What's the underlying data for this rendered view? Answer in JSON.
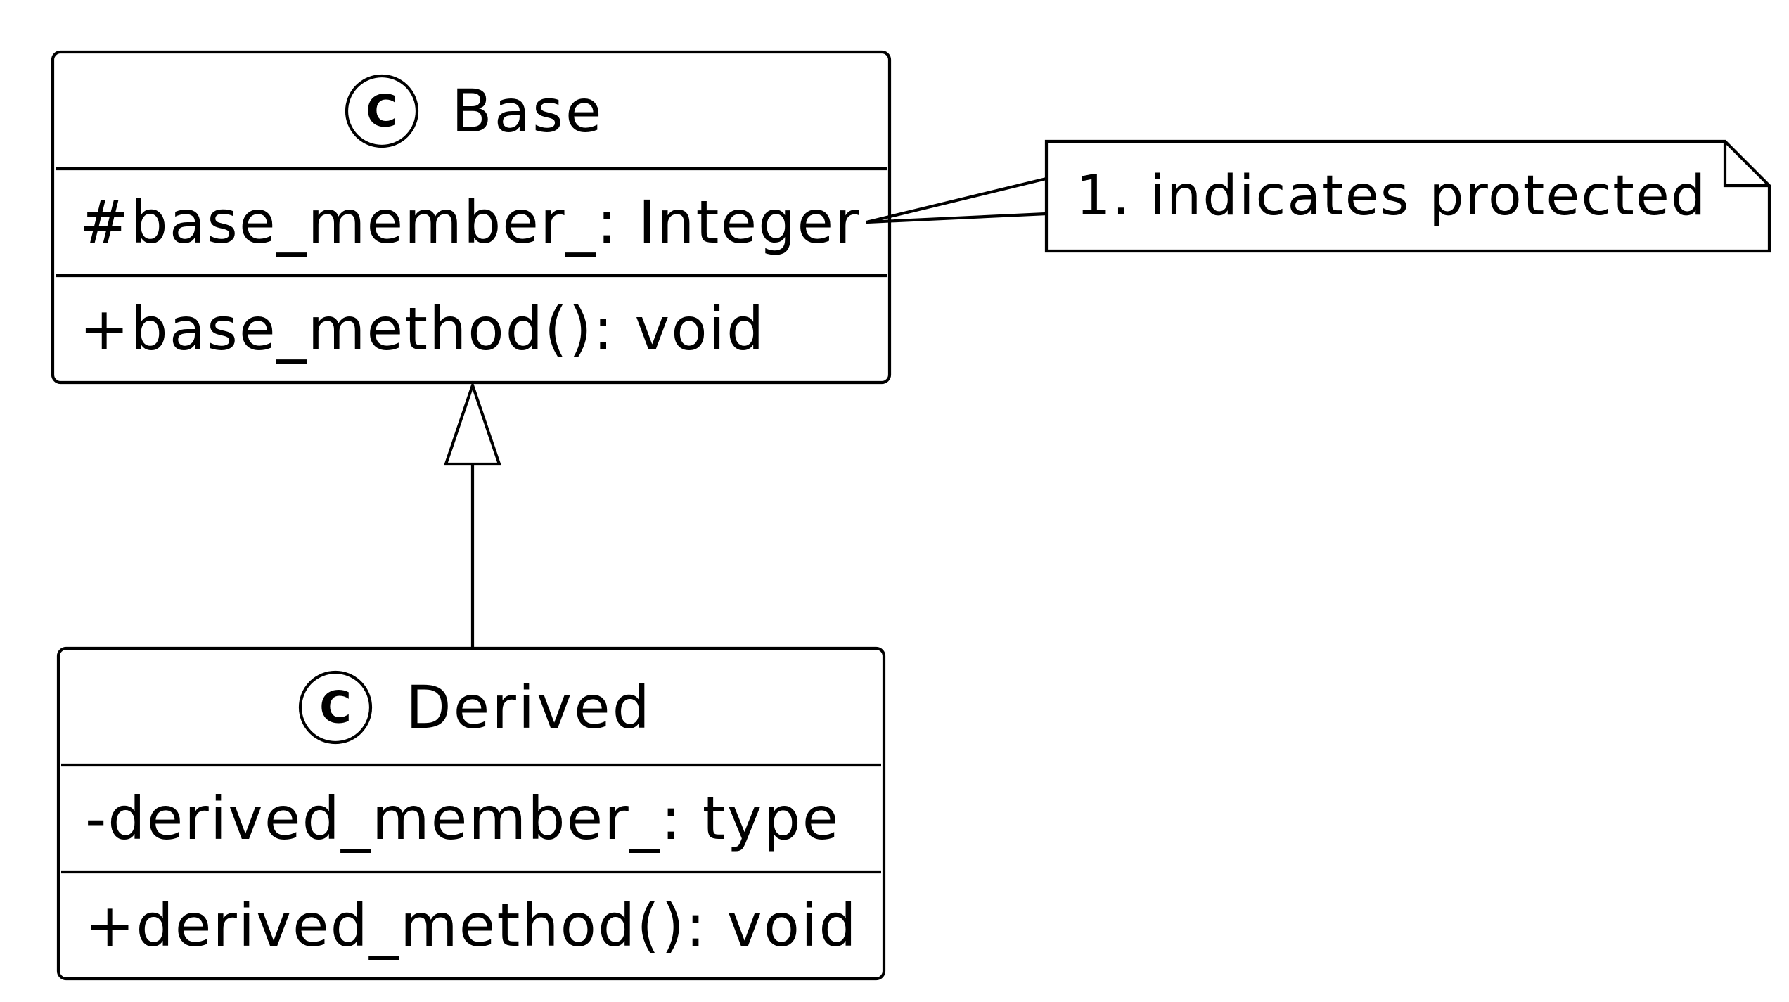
{
  "classes": {
    "base": {
      "stereotype_icon": "class-circle-C",
      "icon_letter": "C",
      "name": "Base",
      "attributes": [
        "#base_member_: Integer"
      ],
      "methods": [
        "+base_method(): void"
      ]
    },
    "derived": {
      "stereotype_icon": "class-circle-C",
      "icon_letter": "C",
      "name": "Derived",
      "attributes": [
        "-derived_member_: type"
      ],
      "methods": [
        "+derived_method(): void"
      ]
    }
  },
  "note": {
    "text": "1. indicates protected"
  },
  "relations": [
    {
      "type": "inheritance",
      "from": "Derived",
      "to": "Base"
    },
    {
      "type": "note-link",
      "from": "note",
      "to": "Base.attributes.0"
    }
  ]
}
